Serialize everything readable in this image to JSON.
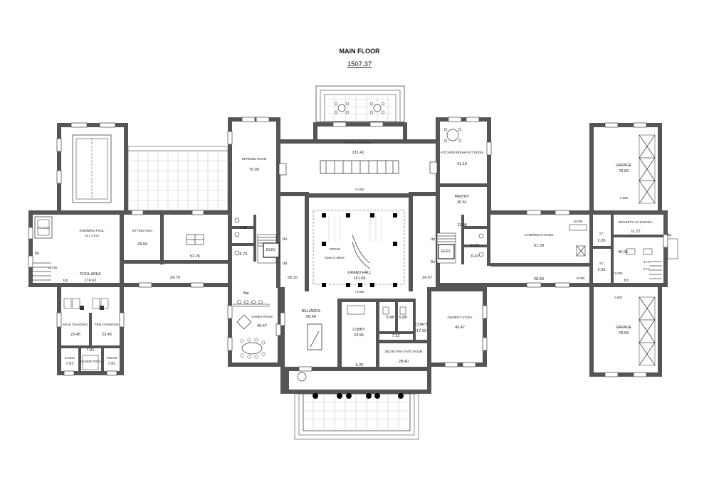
{
  "title": "MAIN FLOOR",
  "total_area": "1507.37",
  "rooms": {
    "jacuzzi": "JACUZZI",
    "swimming_pool_name": "SWIMMING POOL",
    "swimming_pool_size": "16 x 3.6 m",
    "pool_area": "POOL AREA",
    "pool_area_value": "174.62",
    "sitting_area": "SITTING AREA",
    "sitting_area_value": "28.94",
    "games_52": "52.26",
    "corridor_left": "24.79",
    "val_7_35": "7.35",
    "val_6_73": "6.73",
    "elev_left": "ELEV.",
    "dn": "Dn",
    "up": "Up",
    "drawing_room": "DRAWING ROOM",
    "drawing_room_value": "70.09",
    "formal_dining": "FORMAL DINNING",
    "formal_dining_value": "131.41",
    "kitchen": "KITCHEN/ BREAKFAST ROOM",
    "kitchen_value": "41.16",
    "pantry": "PANTRY",
    "pantry_value": "20.61",
    "atrium": "ATRIUM",
    "atrium_sub": "Open to Above",
    "grand_hall": "GRAND HALL",
    "grand_hall_value": "161.66",
    "val_55_15": "55.15",
    "val_24_57": "24.57",
    "elev_right": "ELEV.",
    "val_11_08": "11.08",
    "val_6_43a": "6.43",
    "val_6_43b": "6.43",
    "catering_kitchen": "CATERING KITCHEN",
    "catering_value": "61.00",
    "corridor_right": "28.83",
    "garage_top": "GARAGE",
    "garage_top_value": "78.09",
    "garage_bottom": "GARAGE",
    "garage_bottom_value": "78.09",
    "security": "SECURITY/ AV SURVEIL.",
    "security_value": "11.27",
    "st1": "ST.",
    "st1_value": "2.03",
    "st2": "ST.",
    "st2_value": "2.03",
    "val_40_06": "40.06",
    "val_3_74": "3.74",
    "val_3_74b": "3.74",
    "male_changing": "MALE CHANGING",
    "male_value": "23.45",
    "fem_changing": "FEM. CHANGING",
    "fem_value": "23.45",
    "sauna": "SAUNA",
    "sauna_value": "7.81",
    "plunge": "PLUNGE POOL",
    "plunge_value": "7.81",
    "steam": "STEAM",
    "steam_value": "7.81",
    "bar": "Bar",
    "games_room": "GAMES ROOM",
    "games_value": "49.47",
    "billiards": "BILLIARDS",
    "billiards_value": "56.49",
    "lobby": "LOBBY",
    "lobby_value": "23.96",
    "val_5_88a": "5.88",
    "val_5_88b": "5.88",
    "val_7_22": "7.22",
    "coats": "COATS",
    "coats_value": "17.33",
    "secretary": "SECRETARY/ ANTE ROOM",
    "secretary_value": "28.40",
    "owners_study": "OWNER'S STUDY",
    "owners_value": "49.47",
    "val_6_25": "6.25",
    "level_a": "±0.000",
    "level_b": "+0.000",
    "level_c": "±0.000",
    "level_d": "+0.500",
    "level_e": "-0.500",
    "level_f": "+0.000"
  }
}
